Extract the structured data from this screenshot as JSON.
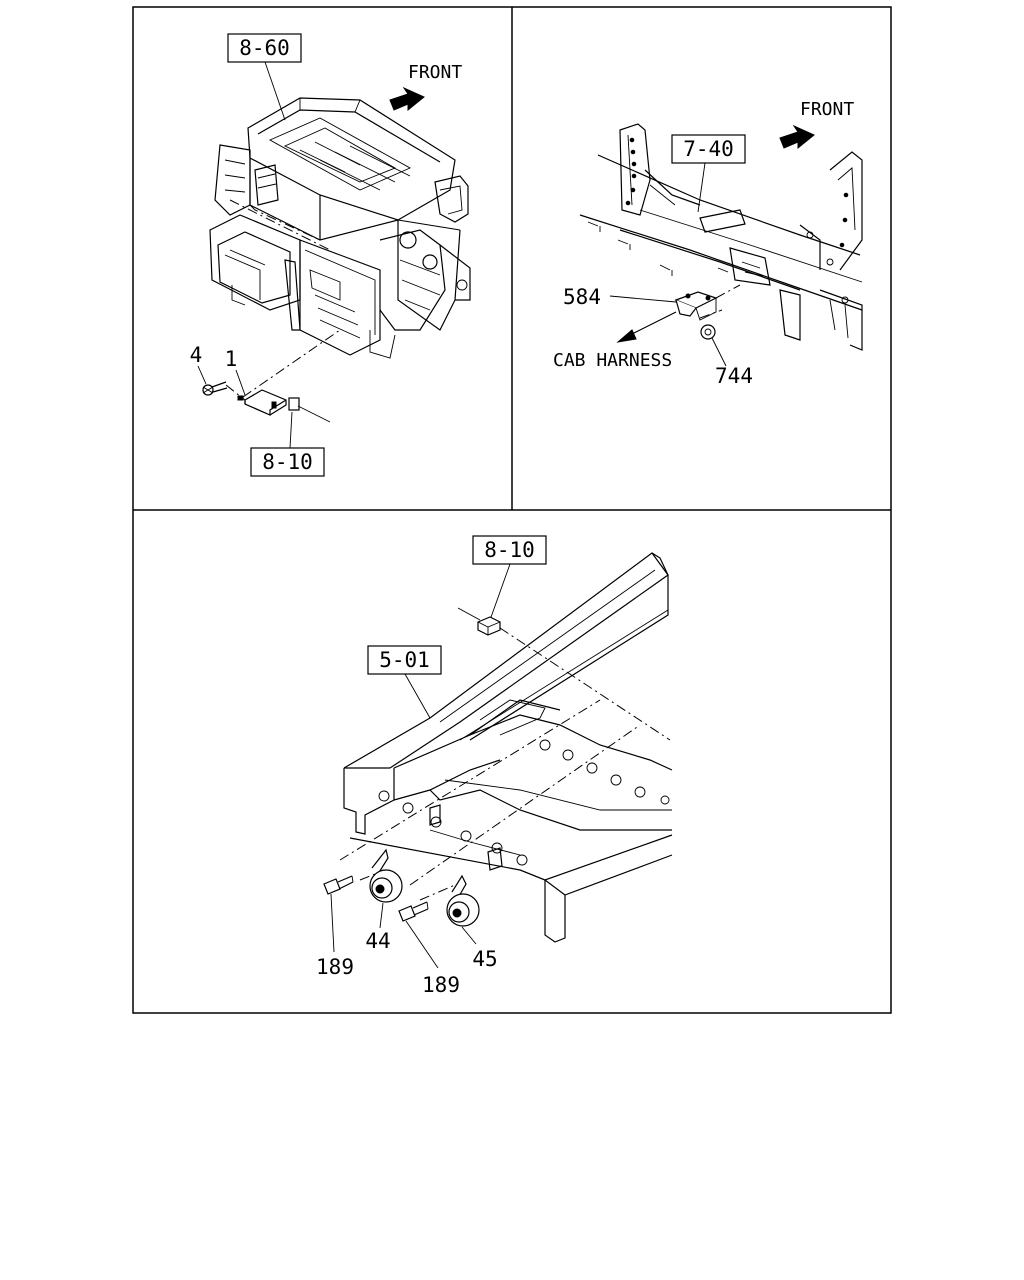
{
  "panel_top_left": {
    "ref_box_heater": "8-60",
    "front_label": "FRONT",
    "part_relay": "1",
    "part_screw": "4",
    "ref_box_harness": "8-10"
  },
  "panel_top_right": {
    "front_label": "FRONT",
    "ref_box_frame": "7-40",
    "part_bracket": "584",
    "part_nut": "744",
    "cab_harness_label": "CAB HARNESS"
  },
  "panel_bottom": {
    "ref_box_harness": "8-10",
    "ref_box_chassis": "5-01",
    "part_horn_low": "44",
    "part_horn_high": "45",
    "part_bolt_left": "189",
    "part_bolt_right": "189"
  }
}
